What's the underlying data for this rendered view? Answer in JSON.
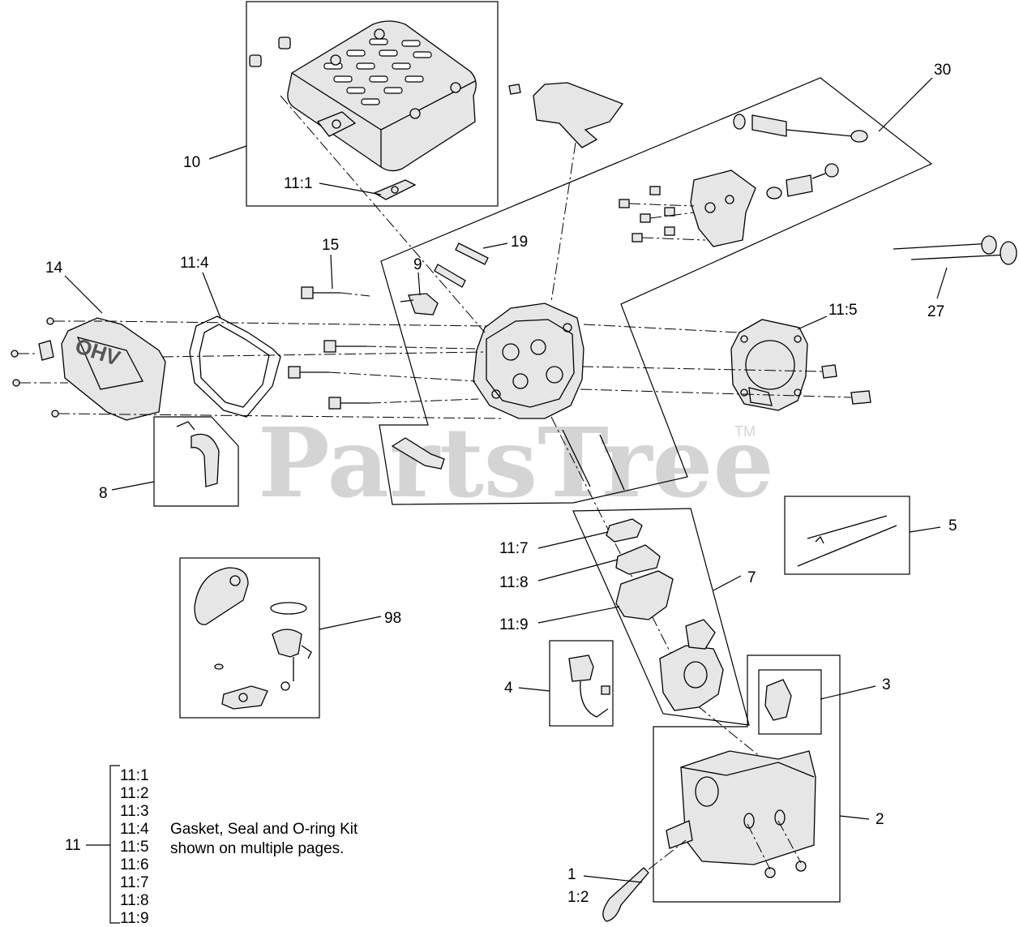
{
  "watermark": {
    "text": "PartsTree",
    "trademark": "TM"
  },
  "callouts": {
    "c30": "30",
    "c10": "10",
    "c11_1": "11:1",
    "c19": "19",
    "c15": "15",
    "c9": "9",
    "c14": "14",
    "c11_4": "11:4",
    "c11_5": "11:5",
    "c27": "27",
    "c8": "8",
    "c5": "5",
    "c11_7": "11:7",
    "c11_8": "11:8",
    "c7": "7",
    "c98": "98",
    "c11_9": "11:9",
    "c4": "4",
    "c3": "3",
    "c2": "2",
    "c1": "1",
    "c1_2": "1:2",
    "c11": "11"
  },
  "kit": {
    "items": [
      "11:1",
      "11:2",
      "11:3",
      "11:4",
      "11:5",
      "11:6",
      "11:7",
      "11:8",
      "11:9"
    ],
    "description_line1": "Gasket, Seal and O-ring Kit",
    "description_line2": "shown on multiple pages."
  }
}
